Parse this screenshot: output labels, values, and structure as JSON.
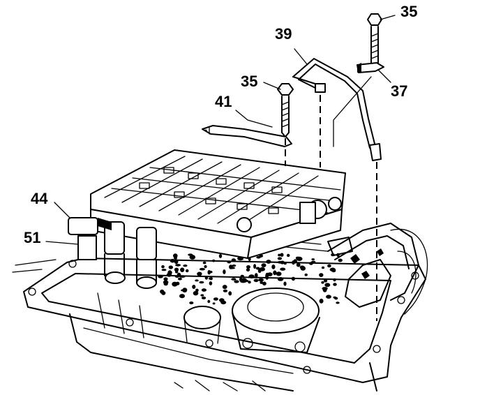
{
  "callouts": {
    "c35a": "35",
    "c39": "39",
    "c37": "37",
    "c35b": "35",
    "c41": "41",
    "c44": "44",
    "c51": "51"
  }
}
